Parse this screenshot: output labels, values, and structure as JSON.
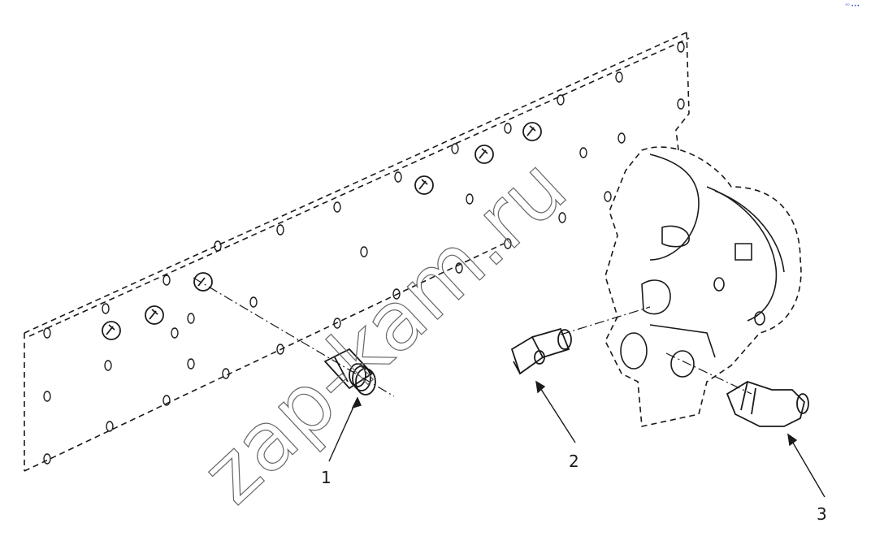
{
  "diagram": {
    "callouts": [
      {
        "id": "1",
        "label": "1"
      },
      {
        "id": "2",
        "label": "2"
      },
      {
        "id": "3",
        "label": "3"
      }
    ],
    "watermark": "zap-kam.ru",
    "corner_mark": "°⁰ •••",
    "line_color": "#1a1a1a",
    "watermark_color": "#666666"
  }
}
